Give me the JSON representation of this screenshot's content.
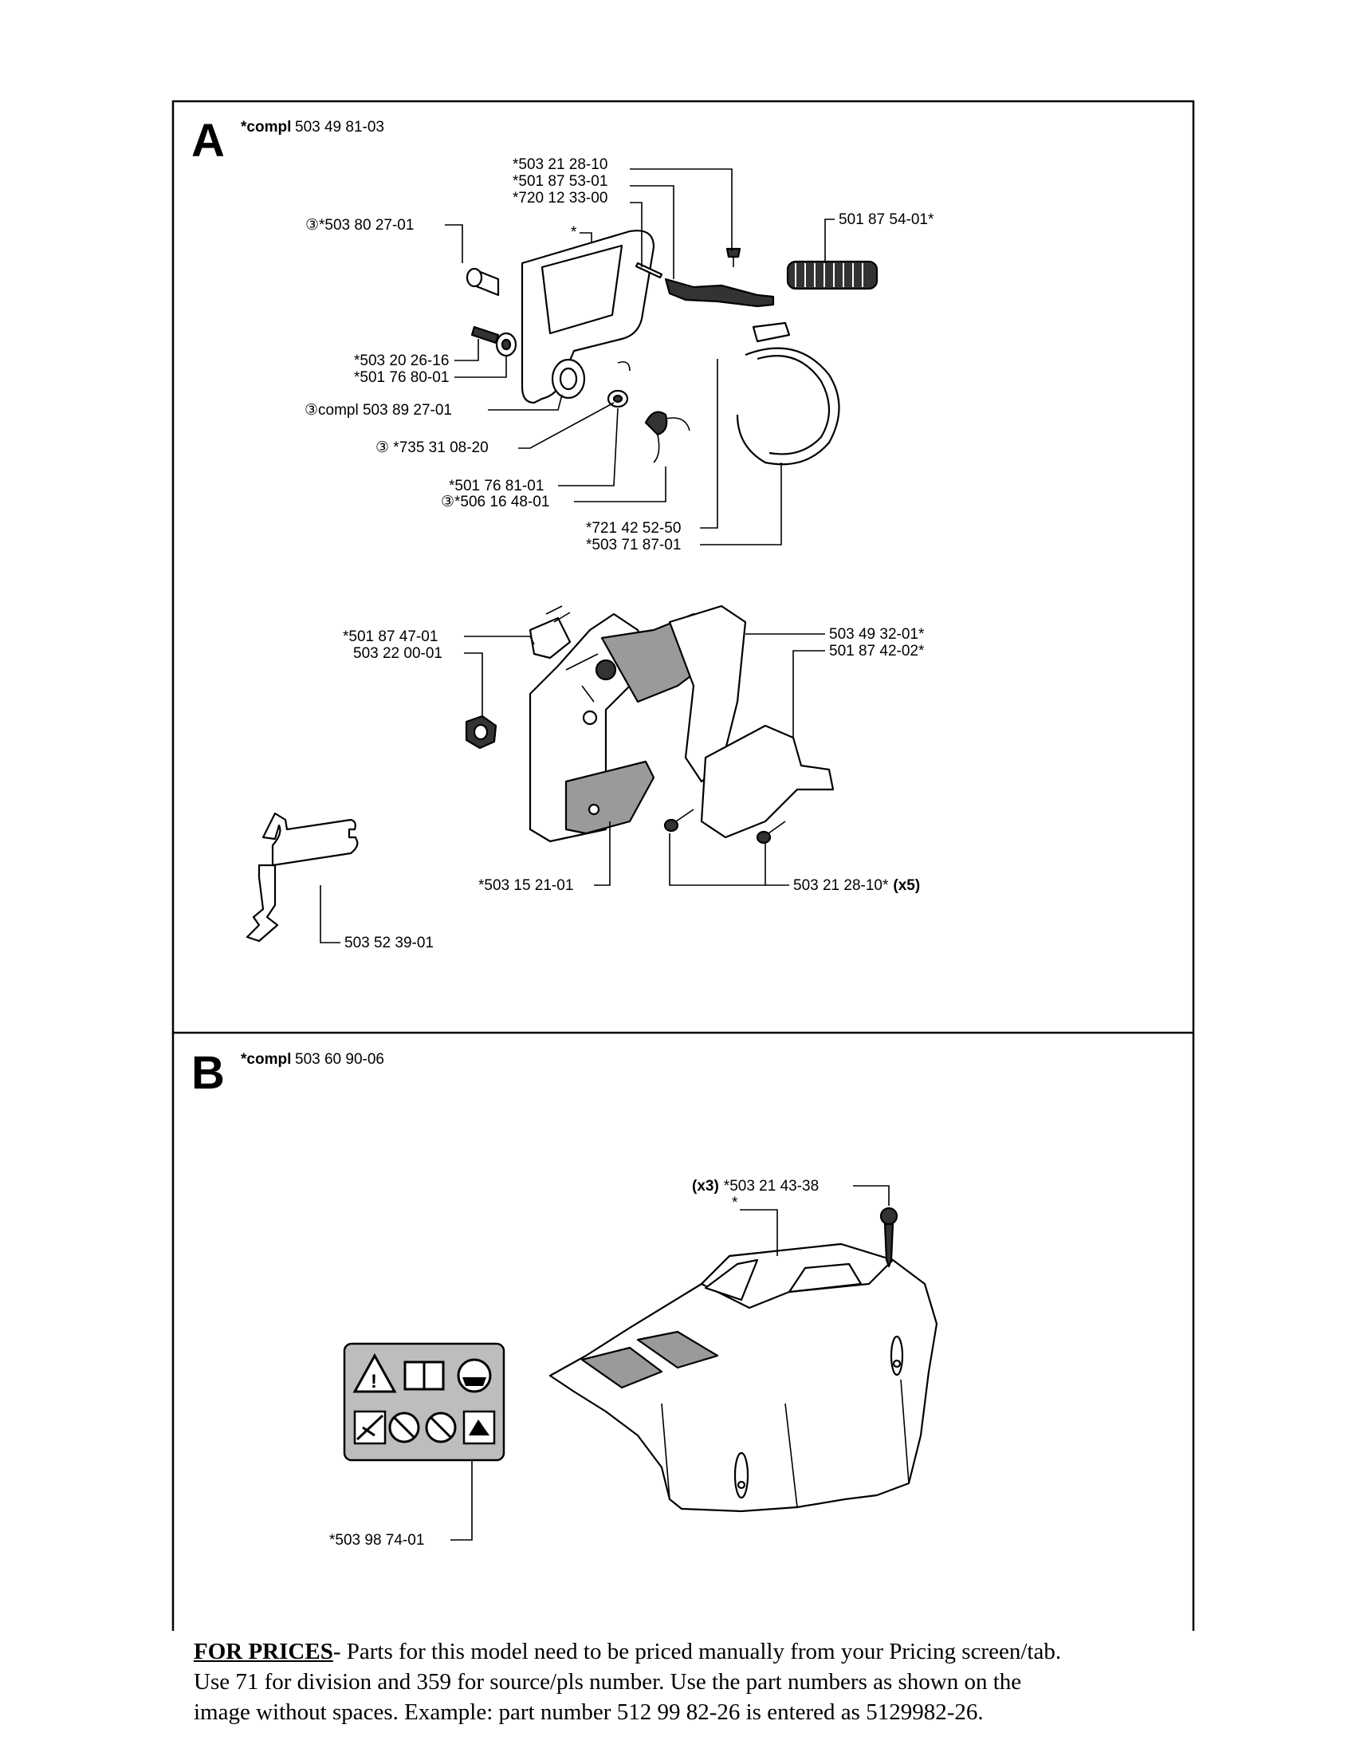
{
  "panel_a": {
    "letter": "A",
    "compl_prefix": "*compl",
    "compl_number": "503 49 81-03"
  },
  "panel_b": {
    "letter": "B",
    "compl_prefix": "*compl",
    "compl_number": "503 60 90-06"
  },
  "labels_a": {
    "l1": "*503 21 28-10",
    "l2": "*501 87 53-01",
    "l3": "*720 12 33-00",
    "l4": "③*503 80 27-01",
    "l5": "501 87 54-01*",
    "l6": "*",
    "l7": "*503 20 26-16",
    "l8": "*501 76 80-01",
    "l9": "③compl 503 89 27-01",
    "l10": "③ *735 31 08-20",
    "l11": "*501 76 81-01",
    "l12": "③*506 16 48-01",
    "l13": "*721 42 52-50",
    "l14": "*503 71 87-01",
    "l15": "*501 87 47-01",
    "l16": "503 22 00-01",
    "l17": "503 49 32-01*",
    "l18": "501 87 42-02*",
    "l19": "*503 15 21-01",
    "l20": "503 21 28-10*",
    "l20_suffix": "(x5)",
    "l21": "503 52 39-01"
  },
  "labels_b": {
    "m1_prefix": "(x3)",
    "m1": "*503 21 43-38",
    "m2": "*",
    "m3": "*503 98 74-01"
  },
  "footer": {
    "heading": "FOR PRICES",
    "text1": "- Parts for this model need to be priced manually from your Pricing screen/tab.",
    "text2": "Use 71 for division and 359 for source/pls number.  Use the part numbers as shown on the",
    "text3": "image without spaces.  Example: part number 512 99 82-26 is entered as 5129982-26."
  }
}
